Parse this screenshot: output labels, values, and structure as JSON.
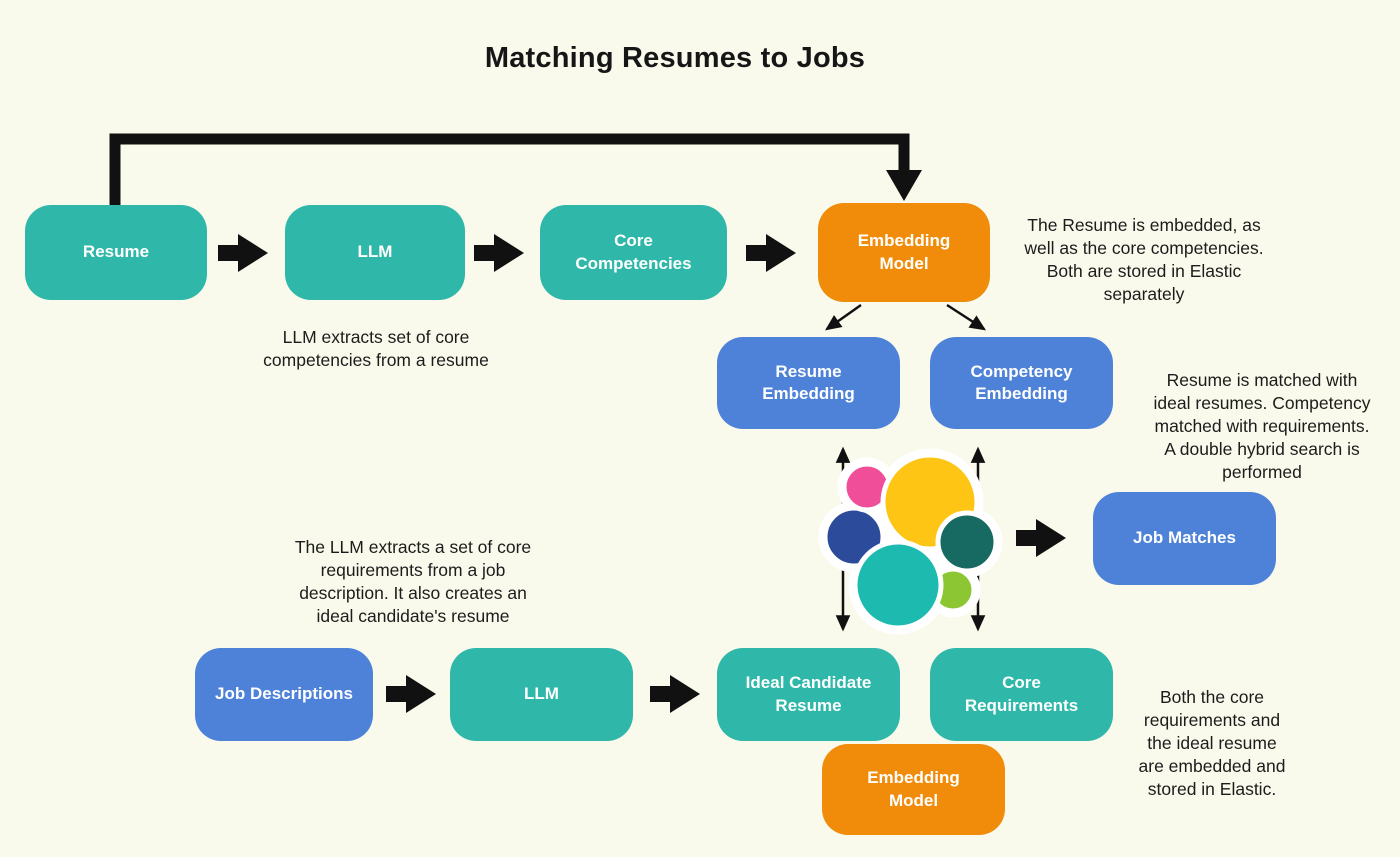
{
  "title": "Matching Resumes to Jobs",
  "colors": {
    "background": "#F9FAEB",
    "teal": "#2FB8A9",
    "blue": "#4E82D9",
    "orange": "#F08C0A",
    "arrow": "#111111",
    "text": "#1C1C1C",
    "logo_pink": "#F04E98",
    "logo_yellow": "#FEC514",
    "logo_navy": "#2C4B9B",
    "logo_teal": "#1DBAB0",
    "logo_dark_green": "#166A62",
    "logo_light_green": "#8CC633"
  },
  "nodes": {
    "resume": {
      "label": "Resume"
    },
    "llm_top": {
      "label": "LLM"
    },
    "core_competencies": {
      "label": "Core Competencies"
    },
    "embedding_model_top": {
      "label": "Embedding Model"
    },
    "resume_embedding": {
      "label": "Resume Embedding"
    },
    "competency_embedding": {
      "label": "Competency Embedding"
    },
    "job_matches": {
      "label": "Job Matches"
    },
    "job_descriptions": {
      "label": "Job Descriptions"
    },
    "llm_bottom": {
      "label": "LLM"
    },
    "ideal_candidate_resume": {
      "label": "Ideal Candidate Resume"
    },
    "core_requirements": {
      "label": "Core Requirements"
    },
    "embedding_model_bottom": {
      "label": "Embedding Model"
    }
  },
  "annotations": {
    "embed_note": "The Resume is embedded, as\nwell as the core competencies.\nBoth are stored in Elastic\nseparately",
    "llm_note": "LLM extracts set of core\ncompetencies from a resume",
    "match_note": "Resume is matched with\nideal resumes. Competency\nmatched with requirements.\nA double hybrid search is\nperformed",
    "job_llm_note": "The LLM extracts a set of core\nrequirements from a job\ndescription. It also creates an\nideal candidate's resume",
    "store_note": "Both the core\nrequirements and\nthe ideal resume\nare embedded and\nstored in Elastic."
  },
  "logo": {
    "name": "Elastic"
  }
}
